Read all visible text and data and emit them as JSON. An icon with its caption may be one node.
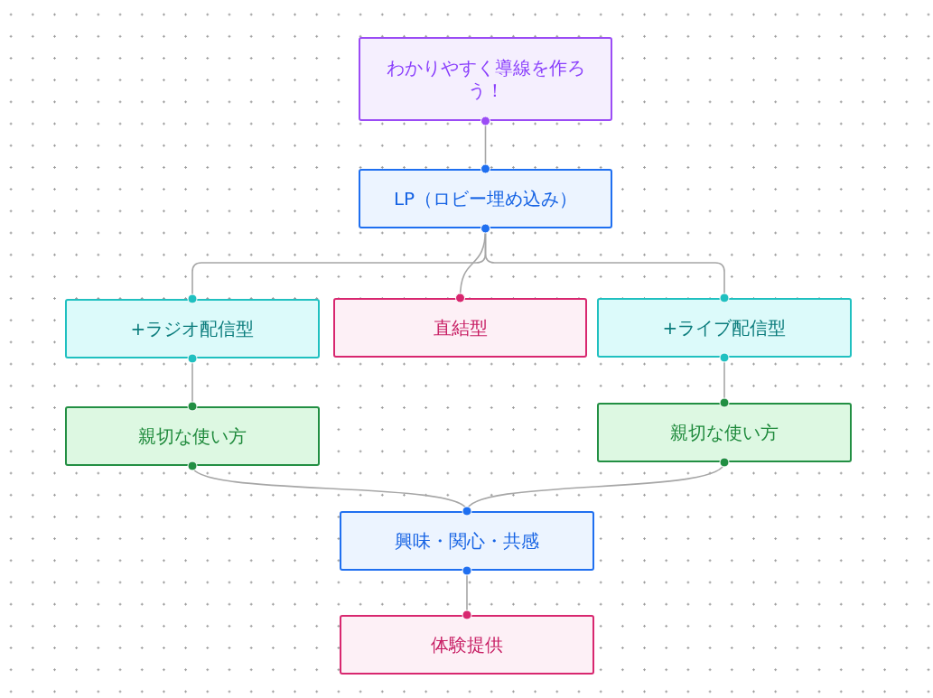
{
  "diagram": {
    "nodes": [
      {
        "text": [
          "わかりやすく導線を作ろう！"
        ]
      },
      {
        "text": [
          "LP（ロビー埋め込み）"
        ]
      },
      {
        "text": [
          "+ラジオ配信型"
        ]
      },
      {
        "text": [
          "直結型"
        ]
      },
      {
        "text": [
          "+ライブ配信型"
        ]
      },
      {
        "text": [
          "親切な使い方"
        ]
      },
      {
        "text": [
          "親切な使い方"
        ]
      },
      {
        "text": [
          "興味・関心・共感"
        ]
      },
      {
        "text": [
          "体験提供"
        ]
      }
    ],
    "edges": [
      {
        "from": 0,
        "to": 1,
        "arrow": "none"
      },
      {
        "from": 1,
        "to": 2,
        "arrow": "none"
      },
      {
        "from": 1,
        "to": 3,
        "arrow": "none"
      },
      {
        "from": 1,
        "to": 4,
        "arrow": "none"
      },
      {
        "from": 2,
        "to": 5,
        "arrow": "none"
      },
      {
        "from": 4,
        "to": 6,
        "arrow": "none"
      },
      {
        "from": 5,
        "to": 7,
        "arrow": "none"
      },
      {
        "from": 6,
        "to": 7,
        "arrow": "none"
      },
      {
        "from": 7,
        "to": 8,
        "arrow": "none"
      }
    ]
  }
}
